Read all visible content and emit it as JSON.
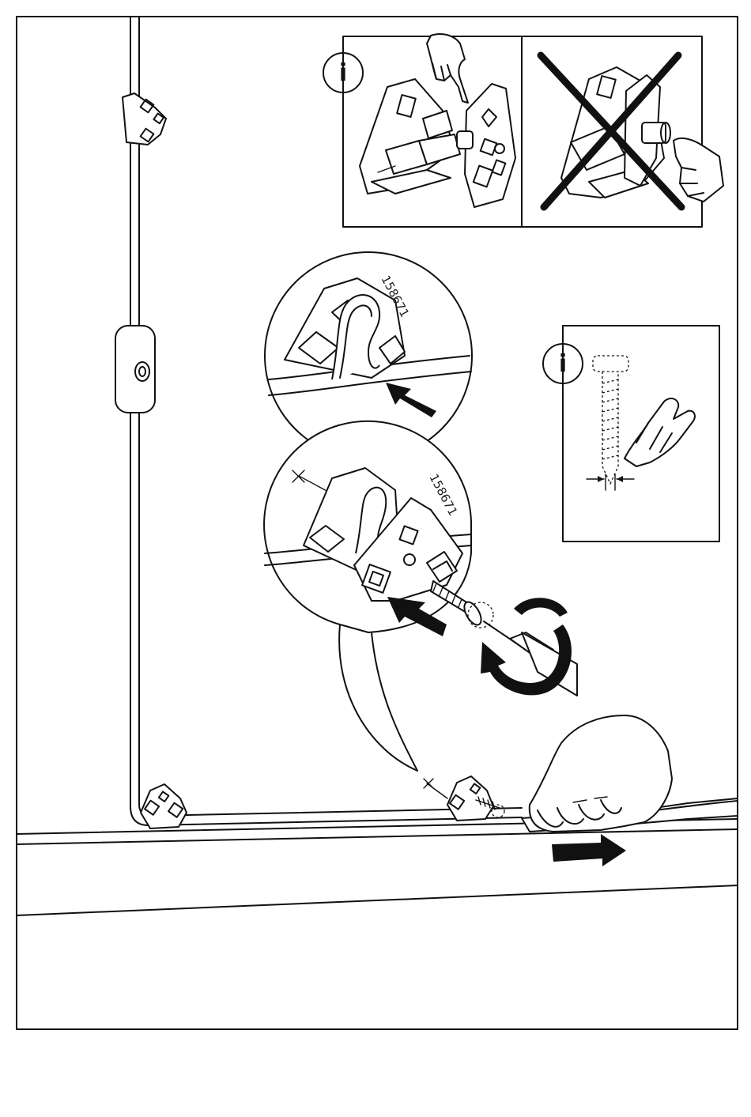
{
  "diagram": {
    "part_number_top": "158671",
    "part_number_bottom": "158671",
    "info_icon_glyph": "i",
    "icons": [
      "info-icon",
      "pointing-hand-icon",
      "cross-out-icon",
      "push-arrow-icon",
      "rotate-arrow-icon",
      "pull-arrow-icon",
      "screw-icon",
      "screwdriver-icon"
    ],
    "colors": {
      "line": "#111111",
      "background": "#ffffff"
    }
  }
}
